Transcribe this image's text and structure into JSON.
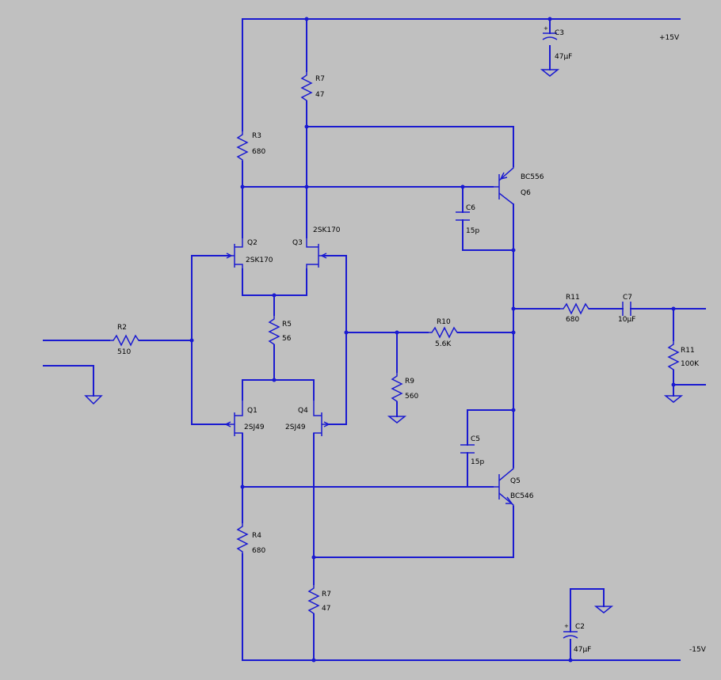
{
  "rails": {
    "positive": "+15V",
    "negative": "-15V"
  },
  "components": {
    "r2": {
      "ref": "R2",
      "value": "510"
    },
    "r3": {
      "ref": "R3",
      "value": "680"
    },
    "r4": {
      "ref": "R4",
      "value": "680"
    },
    "r5": {
      "ref": "R5",
      "value": "56"
    },
    "r7_top": {
      "ref": "R7",
      "value": "47"
    },
    "r7_bottom": {
      "ref": "R7",
      "value": "47"
    },
    "r9": {
      "ref": "R9",
      "value": "560"
    },
    "r10": {
      "ref": "R10",
      "value": "5.6K"
    },
    "r11_series": {
      "ref": "R11",
      "value": "680"
    },
    "r11_load": {
      "ref": "R11",
      "value": "100K"
    },
    "c2": {
      "ref": "C2",
      "value": "47µF"
    },
    "c3": {
      "ref": "C3",
      "value": "47µF"
    },
    "c5": {
      "ref": "C5",
      "value": "15p"
    },
    "c6": {
      "ref": "C6",
      "value": "15p"
    },
    "c7": {
      "ref": "C7",
      "value": "10µF"
    },
    "q1": {
      "ref": "Q1",
      "part": "2SJ49"
    },
    "q2": {
      "ref": "Q2",
      "part": "2SK170"
    },
    "q3": {
      "ref": "Q3",
      "part": "2SK170"
    },
    "q4": {
      "ref": "Q4",
      "part": "2SJ49"
    },
    "q5": {
      "ref": "Q5",
      "part": "BC546"
    },
    "q6": {
      "ref": "Q6",
      "part": "BC556"
    }
  },
  "colors": {
    "background": "#c0c0c0",
    "wire": "#1a1ad0",
    "text": "#000000"
  }
}
